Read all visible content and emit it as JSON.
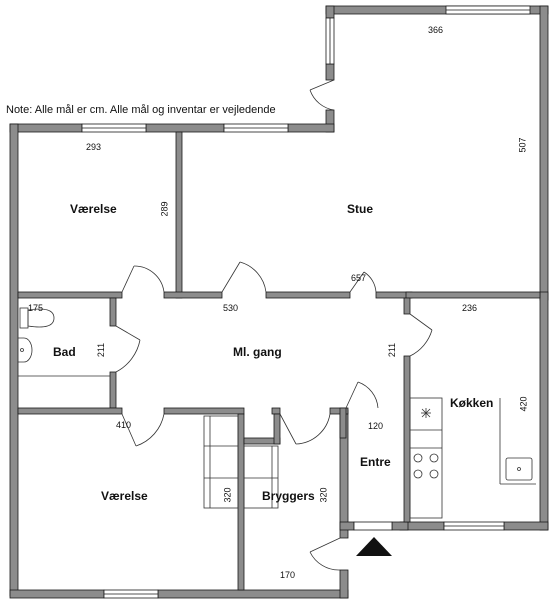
{
  "note": "Note: Alle mål er cm. Alle mål og inventar er vejledende",
  "rooms": {
    "vaerelse_top": "Værelse",
    "stue": "Stue",
    "bad": "Bad",
    "gang": "Ml. gang",
    "koekken": "Køkken",
    "entre": "Entre",
    "vaerelse_bottom": "Værelse",
    "bryggers": "Bryggers"
  },
  "dimensions": {
    "d366": "366",
    "d507": "507",
    "d293": "293",
    "d289": "289",
    "d657": "657",
    "d175": "175",
    "d530": "530",
    "d236": "236",
    "d211_bad": "211",
    "d211_gang": "211",
    "d420": "420",
    "d410": "410",
    "d120": "120",
    "d320_left": "320",
    "d320_right": "320",
    "d170": "170"
  },
  "colors": {
    "wall": "#1a1a1a",
    "wall_fill": "#8c8c8c",
    "window": "#ffffff",
    "line": "#333333"
  },
  "icons": {
    "entrance": "entrance-arrow-icon",
    "toilet": "toilet-icon",
    "sink": "sink-icon",
    "stove": "stove-icon"
  }
}
